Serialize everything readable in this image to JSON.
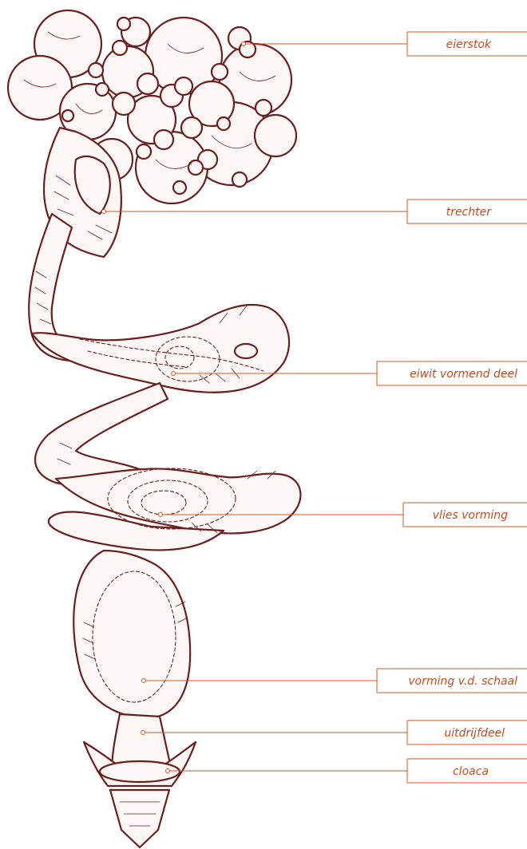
{
  "colors": {
    "drawing": "#6b1e1e",
    "drawing_fill": "#fdf8f6",
    "accent": "#d4562a",
    "label_text": "#c84b20"
  },
  "labels": [
    {
      "id": "eierstok",
      "text": "eierstok"
    },
    {
      "id": "trechter",
      "text": "trechter"
    },
    {
      "id": "eiwit",
      "text": "eiwit vormend deel"
    },
    {
      "id": "vlies",
      "text": "vlies vorming"
    },
    {
      "id": "schaal",
      "text": "vorming v.d. schaal"
    },
    {
      "id": "uitdrijf",
      "text": "uitdrijfdeel"
    },
    {
      "id": "cloaca",
      "text": "cloaca"
    }
  ]
}
